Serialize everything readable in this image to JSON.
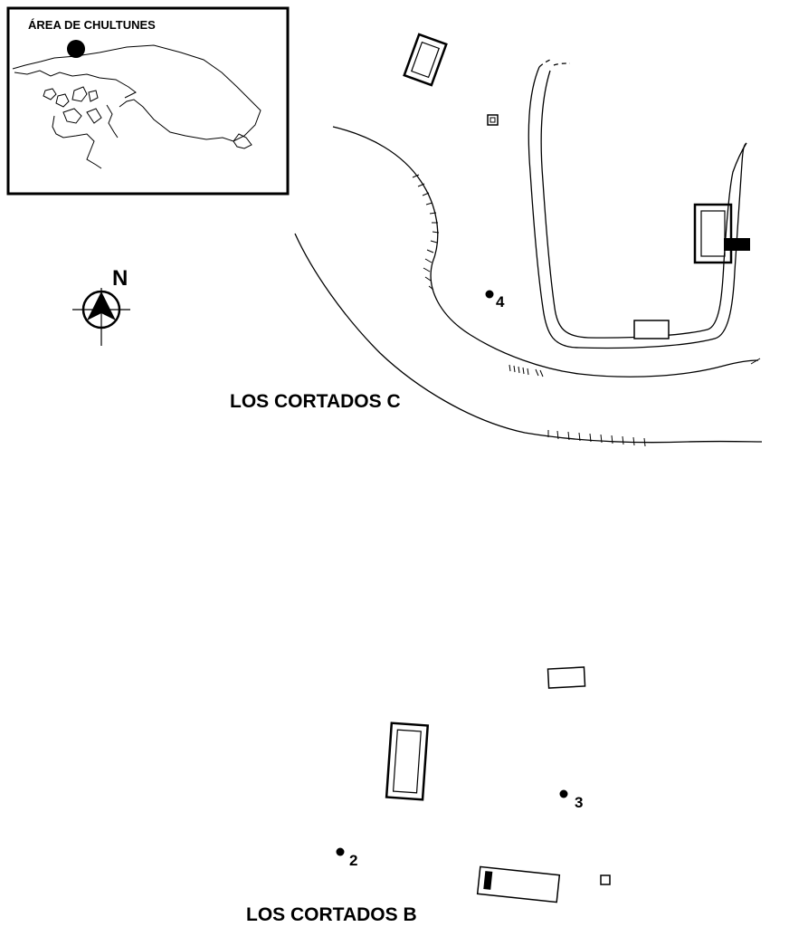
{
  "inset": {
    "title": "ÁREA DE CHULTUNES"
  },
  "compass": {
    "label": "N"
  },
  "sites": [
    {
      "name": "LOS CORTADOS C"
    },
    {
      "name": "LOS CORTADOS B"
    }
  ],
  "points": [
    {
      "label": "4"
    },
    {
      "label": "3"
    },
    {
      "label": "2"
    }
  ],
  "colors": {
    "ink": "#000000",
    "paper": "#ffffff"
  }
}
